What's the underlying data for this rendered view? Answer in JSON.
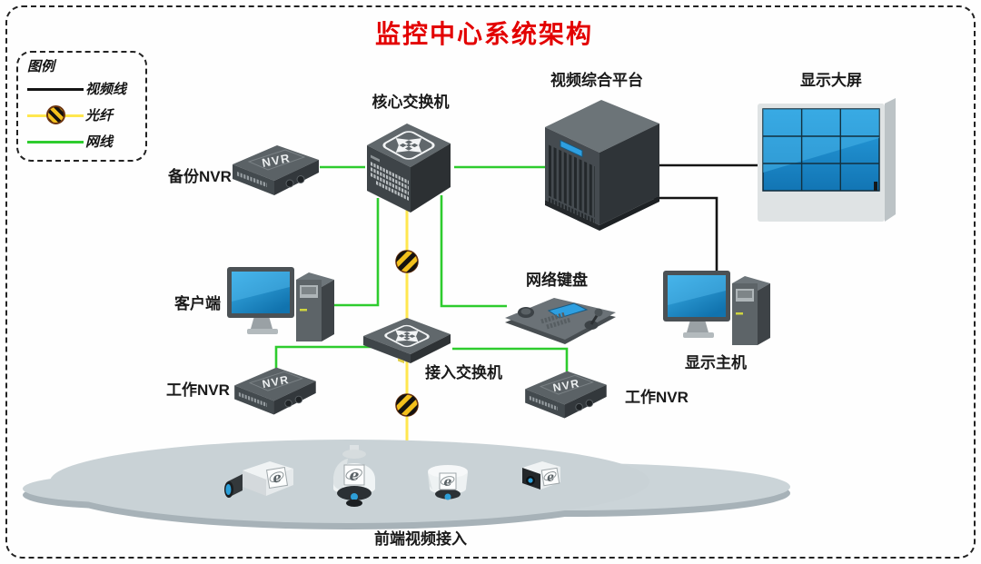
{
  "title": "监控中心系统架构",
  "legend": {
    "heading": "图例",
    "items": [
      {
        "name": "video-line",
        "label": "视频线"
      },
      {
        "name": "fiber-line",
        "label": "光纤"
      },
      {
        "name": "network-line",
        "label": "网线"
      }
    ]
  },
  "nodes": {
    "backup_nvr": {
      "label": "备份NVR",
      "device_text": "NVR"
    },
    "core_switch": {
      "label": "核心交换机"
    },
    "video_platform": {
      "label": "视频综合平台"
    },
    "display_wall": {
      "label": "显示大屏"
    },
    "client": {
      "label": "客户端"
    },
    "access_switch": {
      "label": "接入交换机"
    },
    "network_keyboard": {
      "label": "网络键盘"
    },
    "display_host": {
      "label": "显示主机"
    },
    "work_nvr_left": {
      "label": "工作NVR",
      "device_text": "NVR"
    },
    "work_nvr_right": {
      "label": "工作NVR",
      "device_text": "NVR"
    },
    "frontend_access": {
      "label": "前端视频接入"
    }
  },
  "icons": {
    "camera_badge": "e"
  },
  "colors": {
    "title": "#e30000",
    "video_line": "#141414",
    "fiber_line": "#ffe74f",
    "network_line": "#2ecc2e"
  }
}
